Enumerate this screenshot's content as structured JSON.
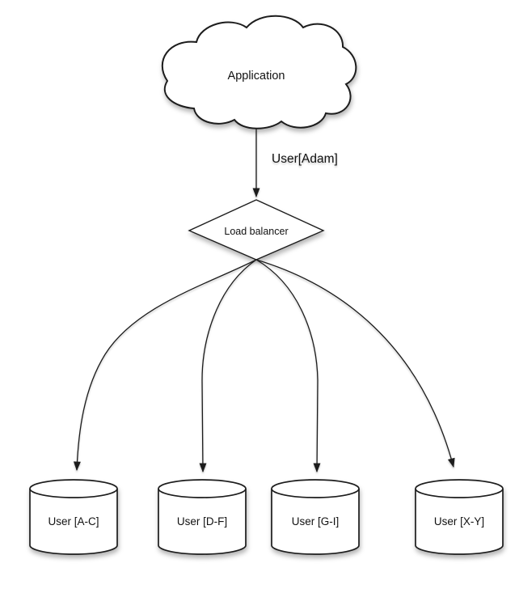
{
  "diagram": {
    "type": "sharding-architecture",
    "colors": {
      "background": "#ffffff",
      "shape_fill": "#ffffff",
      "stroke": "#1c1c1c",
      "text": "#111111"
    },
    "nodes": {
      "application": {
        "shape": "cloud",
        "label": "Application"
      },
      "load_balancer": {
        "shape": "diamond",
        "label": "Load balancer"
      },
      "shard_ac": {
        "shape": "cylinder",
        "label": "User [A-C]"
      },
      "shard_df": {
        "shape": "cylinder",
        "label": "User [D-F]"
      },
      "shard_gi": {
        "shape": "cylinder",
        "label": "User [G-I]"
      },
      "shard_xy": {
        "shape": "cylinder",
        "label": "User [X-Y]"
      }
    },
    "edges": [
      {
        "from": "application",
        "to": "load_balancer",
        "label": "User[Adam]"
      },
      {
        "from": "load_balancer",
        "to": "shard_ac",
        "label": ""
      },
      {
        "from": "load_balancer",
        "to": "shard_df",
        "label": ""
      },
      {
        "from": "load_balancer",
        "to": "shard_gi",
        "label": ""
      },
      {
        "from": "load_balancer",
        "to": "shard_xy",
        "label": ""
      }
    ]
  }
}
